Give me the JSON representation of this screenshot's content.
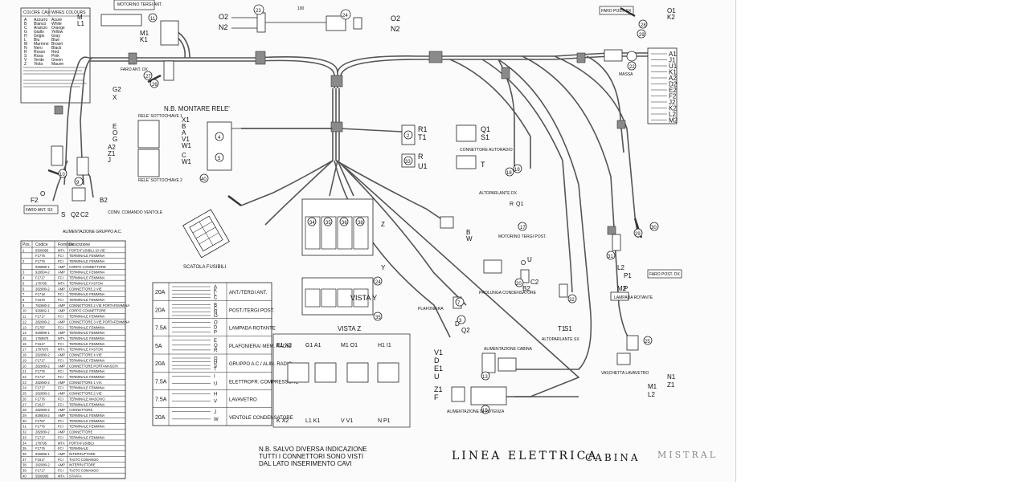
{
  "title": {
    "line": "LINEA ELETTRICA",
    "cabin": "CABINA",
    "model": "MISTRAL"
  },
  "notes": {
    "mount_relay": "N.B. MONTARE RELE'",
    "general_1": "N.B. SALVO DIVERSA INDICAZIONE",
    "general_2": "TUTTI I CONNETTORI SONO VISTI",
    "general_3": "DAL LATO INSERIMENTO CAVI"
  },
  "color_legend": {
    "header_left": "COLORE CAVI",
    "header_right": "WIRES COLOURS",
    "rows": [
      [
        "A",
        "Azzurro",
        "Azure"
      ],
      [
        "B",
        "Bianco",
        "White"
      ],
      [
        "C",
        "Arancio",
        "Orange"
      ],
      [
        "G",
        "Giallo",
        "Yellow"
      ],
      [
        "H",
        "Grigio",
        "Gray"
      ],
      [
        "L",
        "Blu",
        "Blue"
      ],
      [
        "M",
        "Marrone",
        "Brown"
      ],
      [
        "N",
        "Nero",
        "Black"
      ],
      [
        "R",
        "Rosso",
        "Red"
      ],
      [
        "S",
        "Rosa",
        "Pink"
      ],
      [
        "V",
        "Verde",
        "Green"
      ],
      [
        "Z",
        "Viola",
        "Mauve"
      ]
    ]
  },
  "labels": {
    "motor_wiper": "MOTORINO TERGI ANT.",
    "front_light_sx": "FARO ANT. SX",
    "front_light_dx": "FARO ANT. DX",
    "rear_light_sx": "FARO POST. SX",
    "rear_light_dx": "FARO POST. DX",
    "relay_under_1": "RELE' SOTTOCHIAVE 1",
    "relay_under_2": "RELE' SOTTOCHIAVE 2",
    "fuse_box": "SCATOLA FUSIBILI",
    "fan_control": "CONN. COMANDO VENTOLE",
    "ac_supply": "ALIMENTAZIONE GRUPPO A.C.",
    "auto_radio": "CONNETTORE AUTORADIO",
    "speaker_dx": "ALTOPARLANTE DX",
    "speaker_sx": "ALTOPARLANTE SX",
    "rear_wiper_motor": "MOTORINO TERGI POST.",
    "condenser_ext": "PROLUNGA CONDENSATORE",
    "ceiling_light": "PLAFONIERA",
    "rotating_lamp": "LAMPADA ROTANTE",
    "mass": "MASSA",
    "cabin_supply": "ALIMENTAZIONE CABINA",
    "power_supply": "ALIMENTAZIONE DI POTENZA",
    "washer_tank": "VASCHETTA LAVAVETRO",
    "view_y": "VISTA Y",
    "view_z": "VISTA Z"
  },
  "right_codes": [
    "A1",
    "J1",
    "U1",
    "K1",
    "A2",
    "D2",
    "E2",
    "F2",
    "J2",
    "K2",
    "L2",
    "M2"
  ],
  "fuse_table": {
    "rows": [
      {
        "amp": "20A",
        "pins": [
          "A",
          "K",
          "L",
          "C"
        ],
        "desc": "ANT./TERGI ANT."
      },
      {
        "amp": "20A",
        "pins": [
          "B",
          "C",
          "N",
          "O"
        ],
        "desc": "POST./TERGI POST."
      },
      {
        "amp": "7.5A",
        "pins": [
          "O",
          "D",
          "P"
        ],
        "desc": "LAMPADA ROTANTE"
      },
      {
        "amp": "5A",
        "pins": [
          "E",
          "Q",
          "R"
        ],
        "desc": "PLAFONIERA/ MEM. RADIO"
      },
      {
        "amp": "20A",
        "pins": [
          "G",
          "H",
          "S",
          "T"
        ],
        "desc": "GRUPPO A.C./ ALIM. RADIO"
      },
      {
        "amp": "7.5A",
        "pins": [
          "I",
          "U"
        ],
        "desc": "ELETTROFR. COMPRESSORE"
      },
      {
        "amp": "7.5A",
        "pins": [
          "H",
          "V"
        ],
        "desc": "LAVAVETRO"
      },
      {
        "amp": "20A",
        "pins": [
          "J",
          "W"
        ],
        "desc": "VENTOLE CONDENSATORE"
      }
    ]
  },
  "parts_list": {
    "headers": [
      "Pos.",
      "Codice",
      "Fornitore",
      "Descrizione"
    ],
    "rows": [
      [
        "1",
        "5500995",
        "MTA",
        "PORTAFUSIBILI 10 VIE"
      ],
      [
        "",
        "F1776",
        "FCI",
        "TERMINALE FEMMINA"
      ],
      [
        "2",
        "F1776",
        "FCI",
        "TERMINALE FEMMINA"
      ],
      [
        "",
        "926896-1",
        "AMP",
        "CORPO CONNETTORE"
      ],
      [
        "3",
        "929504-2",
        "AMP",
        "TERMINALE FEMMINA"
      ],
      [
        "4",
        "F1717",
        "FCI",
        "TERMINALE FEMMINA"
      ],
      [
        "5",
        "178795",
        "MTA",
        "TERMINALE FASTON"
      ],
      [
        "6",
        "282080-2",
        "AMP",
        "CONNETTORE 2 VIE"
      ],
      [
        "7",
        "F1718",
        "FCI",
        "TERMINALE FEMMINA"
      ],
      [
        "8",
        "F1676",
        "FCI",
        "TERMINALE FEMMINA"
      ],
      [
        "9",
        "782680-2",
        "AMP",
        "CONNETTORE 2 VIE PORTAFEMMINA"
      ],
      [
        "10",
        "926882-1",
        "AMP",
        "CORPO CONNETTORE"
      ],
      [
        "11",
        "F1717",
        "FCI",
        "TERMINALE FEMMINA"
      ],
      [
        "12",
        "282080-2",
        "AMP",
        "CONNETTORE 3 VIE PORTAFEMMINA"
      ],
      [
        "13",
        "F1787",
        "FCI",
        "TERMINALE FEMMINA"
      ],
      [
        "14",
        "928999-1",
        "AMP",
        "TERMINALE FEMMINA"
      ],
      [
        "15",
        "1769975",
        "MTA",
        "TERMINALE FEMMINA"
      ],
      [
        "16",
        "F1617",
        "FCI",
        "TERMINALE FEMMINA"
      ],
      [
        "17",
        "1787975",
        "MTA",
        "TERMINALE FASTON"
      ],
      [
        "18",
        "282080-2",
        "AMP",
        "CONNETTORE 4 VIE"
      ],
      [
        "19",
        "F1717",
        "FCI",
        "TERMINALE FEMMINA"
      ],
      [
        "20",
        "282080-2",
        "AMP",
        "CONNETTORE PORTAMASCHI"
      ],
      [
        "21",
        "F1776",
        "FCI",
        "TERMINALE FEMMINA"
      ],
      [
        "22",
        "F1717",
        "FCI",
        "TERMINALE FEMMINA"
      ],
      [
        "23",
        "282080-2",
        "AMP",
        "CONNETTORE 1 VIA"
      ],
      [
        "24",
        "F1717",
        "FCI",
        "TERMINALE FEMMINA"
      ],
      [
        "25",
        "282080-2",
        "AMP",
        "CONNETTORE 2 VIE"
      ],
      [
        "26",
        "F1776",
        "FCI",
        "TERMINALE MASCHIO"
      ],
      [
        "27",
        "F1617",
        "FCI",
        "TERMINALE FEMMINA"
      ],
      [
        "28",
        "282080-2",
        "AMP",
        "CONNETTORE"
      ],
      [
        "29",
        "929504-2",
        "AMP",
        "TERMINALE FEMMINA"
      ],
      [
        "30",
        "F1787",
        "FCI",
        "TERMINALE FEMMINA"
      ],
      [
        "31",
        "F1776",
        "FCI",
        "TERMINALE FEMMINA"
      ],
      [
        "32",
        "282080-2",
        "AMP",
        "CONNETTORE"
      ],
      [
        "33",
        "F1717",
        "FCI",
        "TERMINALE FEMMINA"
      ],
      [
        "34",
        "178795",
        "MTA",
        "PORTAFUSIBILI"
      ],
      [
        "35",
        "F1776",
        "FCI",
        "TERMINALE"
      ],
      [
        "36",
        "926896-1",
        "AMP",
        "INTERRUTTORE"
      ],
      [
        "37",
        "F1617",
        "FCI",
        "TASTO COMANDO"
      ],
      [
        "38",
        "282080-2",
        "AMP",
        "INTERRUTTORE"
      ],
      [
        "39",
        "F1717",
        "FCI",
        "TASTO COMANDO"
      ],
      [
        "40",
        "5500995",
        "MTA",
        "STAFFA"
      ]
    ]
  }
}
